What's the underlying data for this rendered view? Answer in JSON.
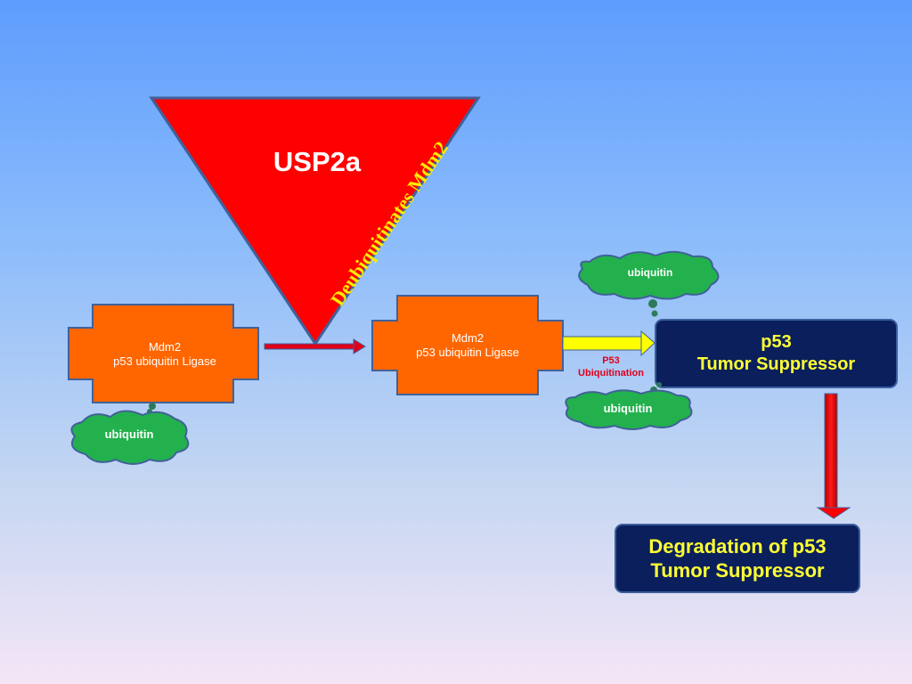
{
  "usp2a": {
    "title": "USP2a",
    "rotated_label": "Deubiquitinates Mdm2",
    "color": "#ff0000"
  },
  "mdm2_left": {
    "line1": "Mdm2",
    "line2": "p53 ubiquitin Ligase"
  },
  "mdm2_right": {
    "line1": "Mdm2",
    "line2": "p53 ubiquitin Ligase"
  },
  "clouds": {
    "left": "ubiquitin",
    "top_right": "ubiquitin",
    "bottom_right": "ubiquitin"
  },
  "arrow_label": {
    "line1": "P53",
    "line2": "Ubiquitination"
  },
  "p53_box": {
    "line1": "p53",
    "line2": "Tumor Suppressor"
  },
  "degradation_box": {
    "line1": "Degradation of p53",
    "line2": "Tumor Suppressor"
  },
  "colors": {
    "orange_box": "#ff6600",
    "cloud_fill": "#22b14c",
    "navy_box": "#0a1f5c",
    "yellow_text": "#ffff33",
    "red": "#ff0000"
  }
}
